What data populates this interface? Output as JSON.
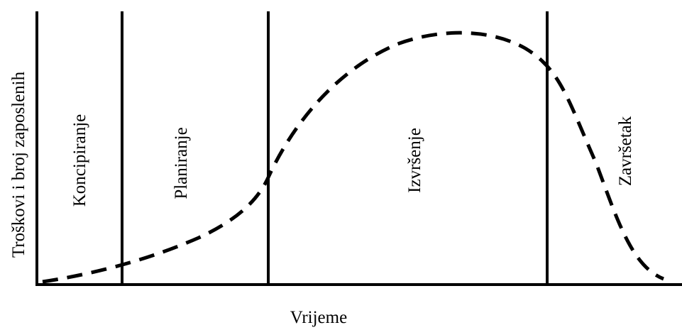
{
  "diagram": {
    "y_axis_label": "Troškovi i broj zaposlenih",
    "x_axis_label": "Vrijeme",
    "phases": [
      {
        "label": "Koncipiranje"
      },
      {
        "label": "Planiranje"
      },
      {
        "label": "Izvršenje"
      },
      {
        "label": "Završetak"
      }
    ],
    "colors": {
      "stroke": "#000000",
      "background": "#ffffff"
    }
  }
}
